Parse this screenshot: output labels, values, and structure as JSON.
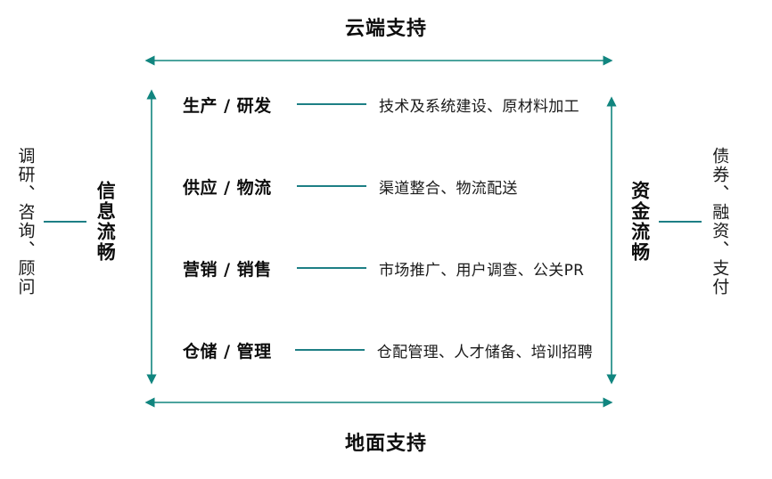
{
  "diagram": {
    "title_top": "云端支持",
    "title_bottom": "地面支持",
    "accent_color": "#1d7f85",
    "text_color": "#0d0d0d",
    "background": "#ffffff"
  },
  "rows": [
    {
      "label": "生产 / 研发",
      "desc": "技术及系统建设、原材料加工"
    },
    {
      "label": "供应 / 物流",
      "desc": "渠道整合、物流配送"
    },
    {
      "label": "营销 / 销售",
      "desc": "市场推广、用户调查、公关PR"
    },
    {
      "label": "仓储 / 管理",
      "desc": "仓配管理、人才储备、培训招聘"
    }
  ],
  "left_side": {
    "outer_label": "调研、咨询、顾问",
    "inner_label": "信息流畅"
  },
  "right_side": {
    "inner_label": "资金流畅",
    "outer_label": "债券、融资、支付"
  }
}
